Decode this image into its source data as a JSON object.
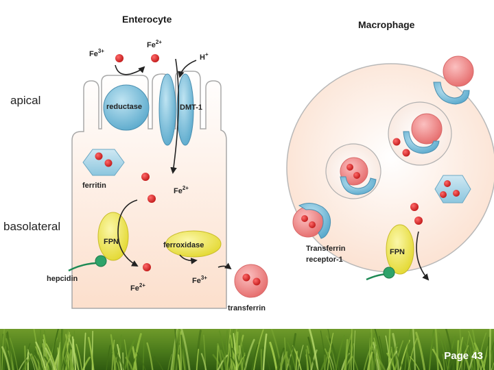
{
  "diagram": {
    "enterocyte_title": "Enterocyte",
    "macrophage_title": "Macrophage",
    "apical": "apical",
    "basolateral": "basolateral",
    "reductase": "reductase",
    "dmt1": "DMT-1",
    "ferritin": "ferritin",
    "fpn_left": "FPN",
    "fpn_right": "FPN",
    "ferroxidase": "ferroxidase",
    "hepcidin": "hepcidin",
    "transferrin": "transferrin",
    "transferrin_receptor_line1": "Transferrin",
    "transferrin_receptor_line2": "receptor-1",
    "fe_base": "Fe",
    "fe3_sup": "3+",
    "fe2_sup": "2+",
    "h_base": "H",
    "h_sup": "+"
  },
  "footer": {
    "page_label": "Page 43"
  },
  "colors": {
    "iron_red": "#d42a2a",
    "cell_cream": "#fde9dc",
    "membrane_blue": "#78bcd8",
    "fpn_yellow": "#f0ea5a",
    "transferrin_pink": "#f08a8a",
    "hepcidin_green": "#2ea36a"
  }
}
